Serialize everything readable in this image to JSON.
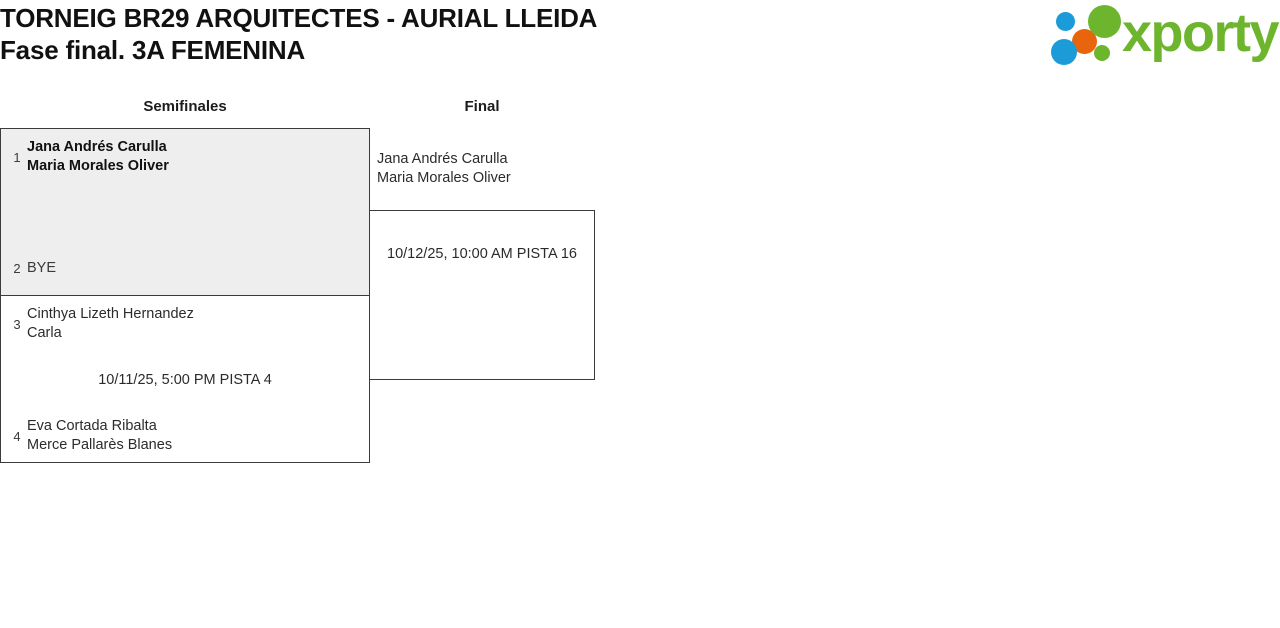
{
  "header": {
    "title_line1": "TORNEIG BR29 ARQUITECTES - AURIAL LLEIDA",
    "title_line2": "Fase final. 3A FEMENINA",
    "logo_text": "xporty",
    "colors": {
      "green": "#6cb52d",
      "blue": "#1b9bd8",
      "orange": "#e8650d",
      "highlight_bg": "#eeeeee",
      "border": "#3b3b3b"
    }
  },
  "rounds": [
    {
      "label": "Semifinales"
    },
    {
      "label": "Final"
    }
  ],
  "matches": {
    "sf1": {
      "highlighted": true,
      "top": {
        "seed": "1",
        "name1": "Jana Andrés Carulla",
        "name2": "Maria Morales Oliver",
        "winner": true
      },
      "bottom": {
        "seed": "2",
        "name1": "BYE"
      },
      "schedule": ""
    },
    "sf2": {
      "highlighted": false,
      "top": {
        "seed": "3",
        "name1": "Cinthya Lizeth Hernandez",
        "name2": "Carla",
        "winner": false
      },
      "bottom": {
        "seed": "4",
        "name1": "Eva Cortada Ribalta",
        "name2": "Merce Pallarès Blanes",
        "winner": false
      },
      "schedule": "10/11/25, 5:00 PM PISTA 4"
    },
    "final": {
      "qualified_name1": "Jana Andrés Carulla",
      "qualified_name2": "Maria Morales Oliver",
      "schedule": "10/12/25, 10:00 AM PISTA 16"
    }
  }
}
